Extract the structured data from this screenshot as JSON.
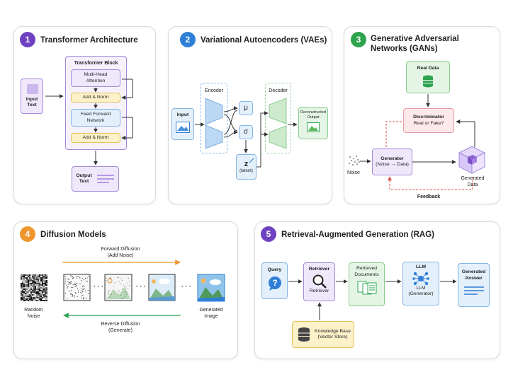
{
  "colors": {
    "purple": "#6f42c1",
    "blue": "#2f7fd6",
    "green": "#2ea44f",
    "orange": "#f0962e",
    "purple_fill": "#eee8fa",
    "blue_fill": "#e3f0fb",
    "green_fill": "#e4f5e6",
    "yellow_fill": "#fdf1c9",
    "pink_fill": "#fde8ea"
  },
  "transformer": {
    "number": "1",
    "title": "Transformer Architecture",
    "input": "Input\nText",
    "block_title": "Transformer Block",
    "mha": "Multi-Head\nAttention",
    "addnorm1": "Add & Norm",
    "ffn": "Feed Forward\nNetwork",
    "addnorm2": "Add & Norm",
    "output": "Output\nText"
  },
  "vae": {
    "number": "2",
    "title": "Variational Autoencoders (VAEs)",
    "input": "Input",
    "encoder": "Encoder",
    "decoder": "Decoder",
    "mu": "μ",
    "sigma": "σ",
    "z": "z",
    "latent": "(latent)",
    "output": "Reconstructed\nOutput"
  },
  "gan": {
    "number": "3",
    "title": "Generative Adversarial\nNetworks (GANs)",
    "real_data": "Real Data",
    "discriminator": "Discriminator",
    "disc_sub": "Real or Fake?",
    "generator": "Generator",
    "gen_sub": "(Noise → Data)",
    "noise": "Noise",
    "generated": "Generated\nData",
    "feedback": "Feedback"
  },
  "diffusion": {
    "number": "4",
    "title": "Diffusion Models",
    "forward": "Forward Diffusion\n(Add Noise)",
    "reverse": "Reverse Diffusion\n(Generate)",
    "random_noise": "Random\nNoise",
    "generated": "Generated\nImage",
    "dots": "· · ·"
  },
  "rag": {
    "number": "5",
    "title": "Retrieval-Augmented Generation (RAG)",
    "query": "Query",
    "retriever_title": "Retriever",
    "retriever_label": "Retriever",
    "retrieved": "Retrieved\nDocuments",
    "llm_title": "LLM",
    "llm_label": "LLM\n(Generator)",
    "answer": "Generated\nAnswer",
    "kb": "Knowledge Base\n(Vector Store)"
  }
}
